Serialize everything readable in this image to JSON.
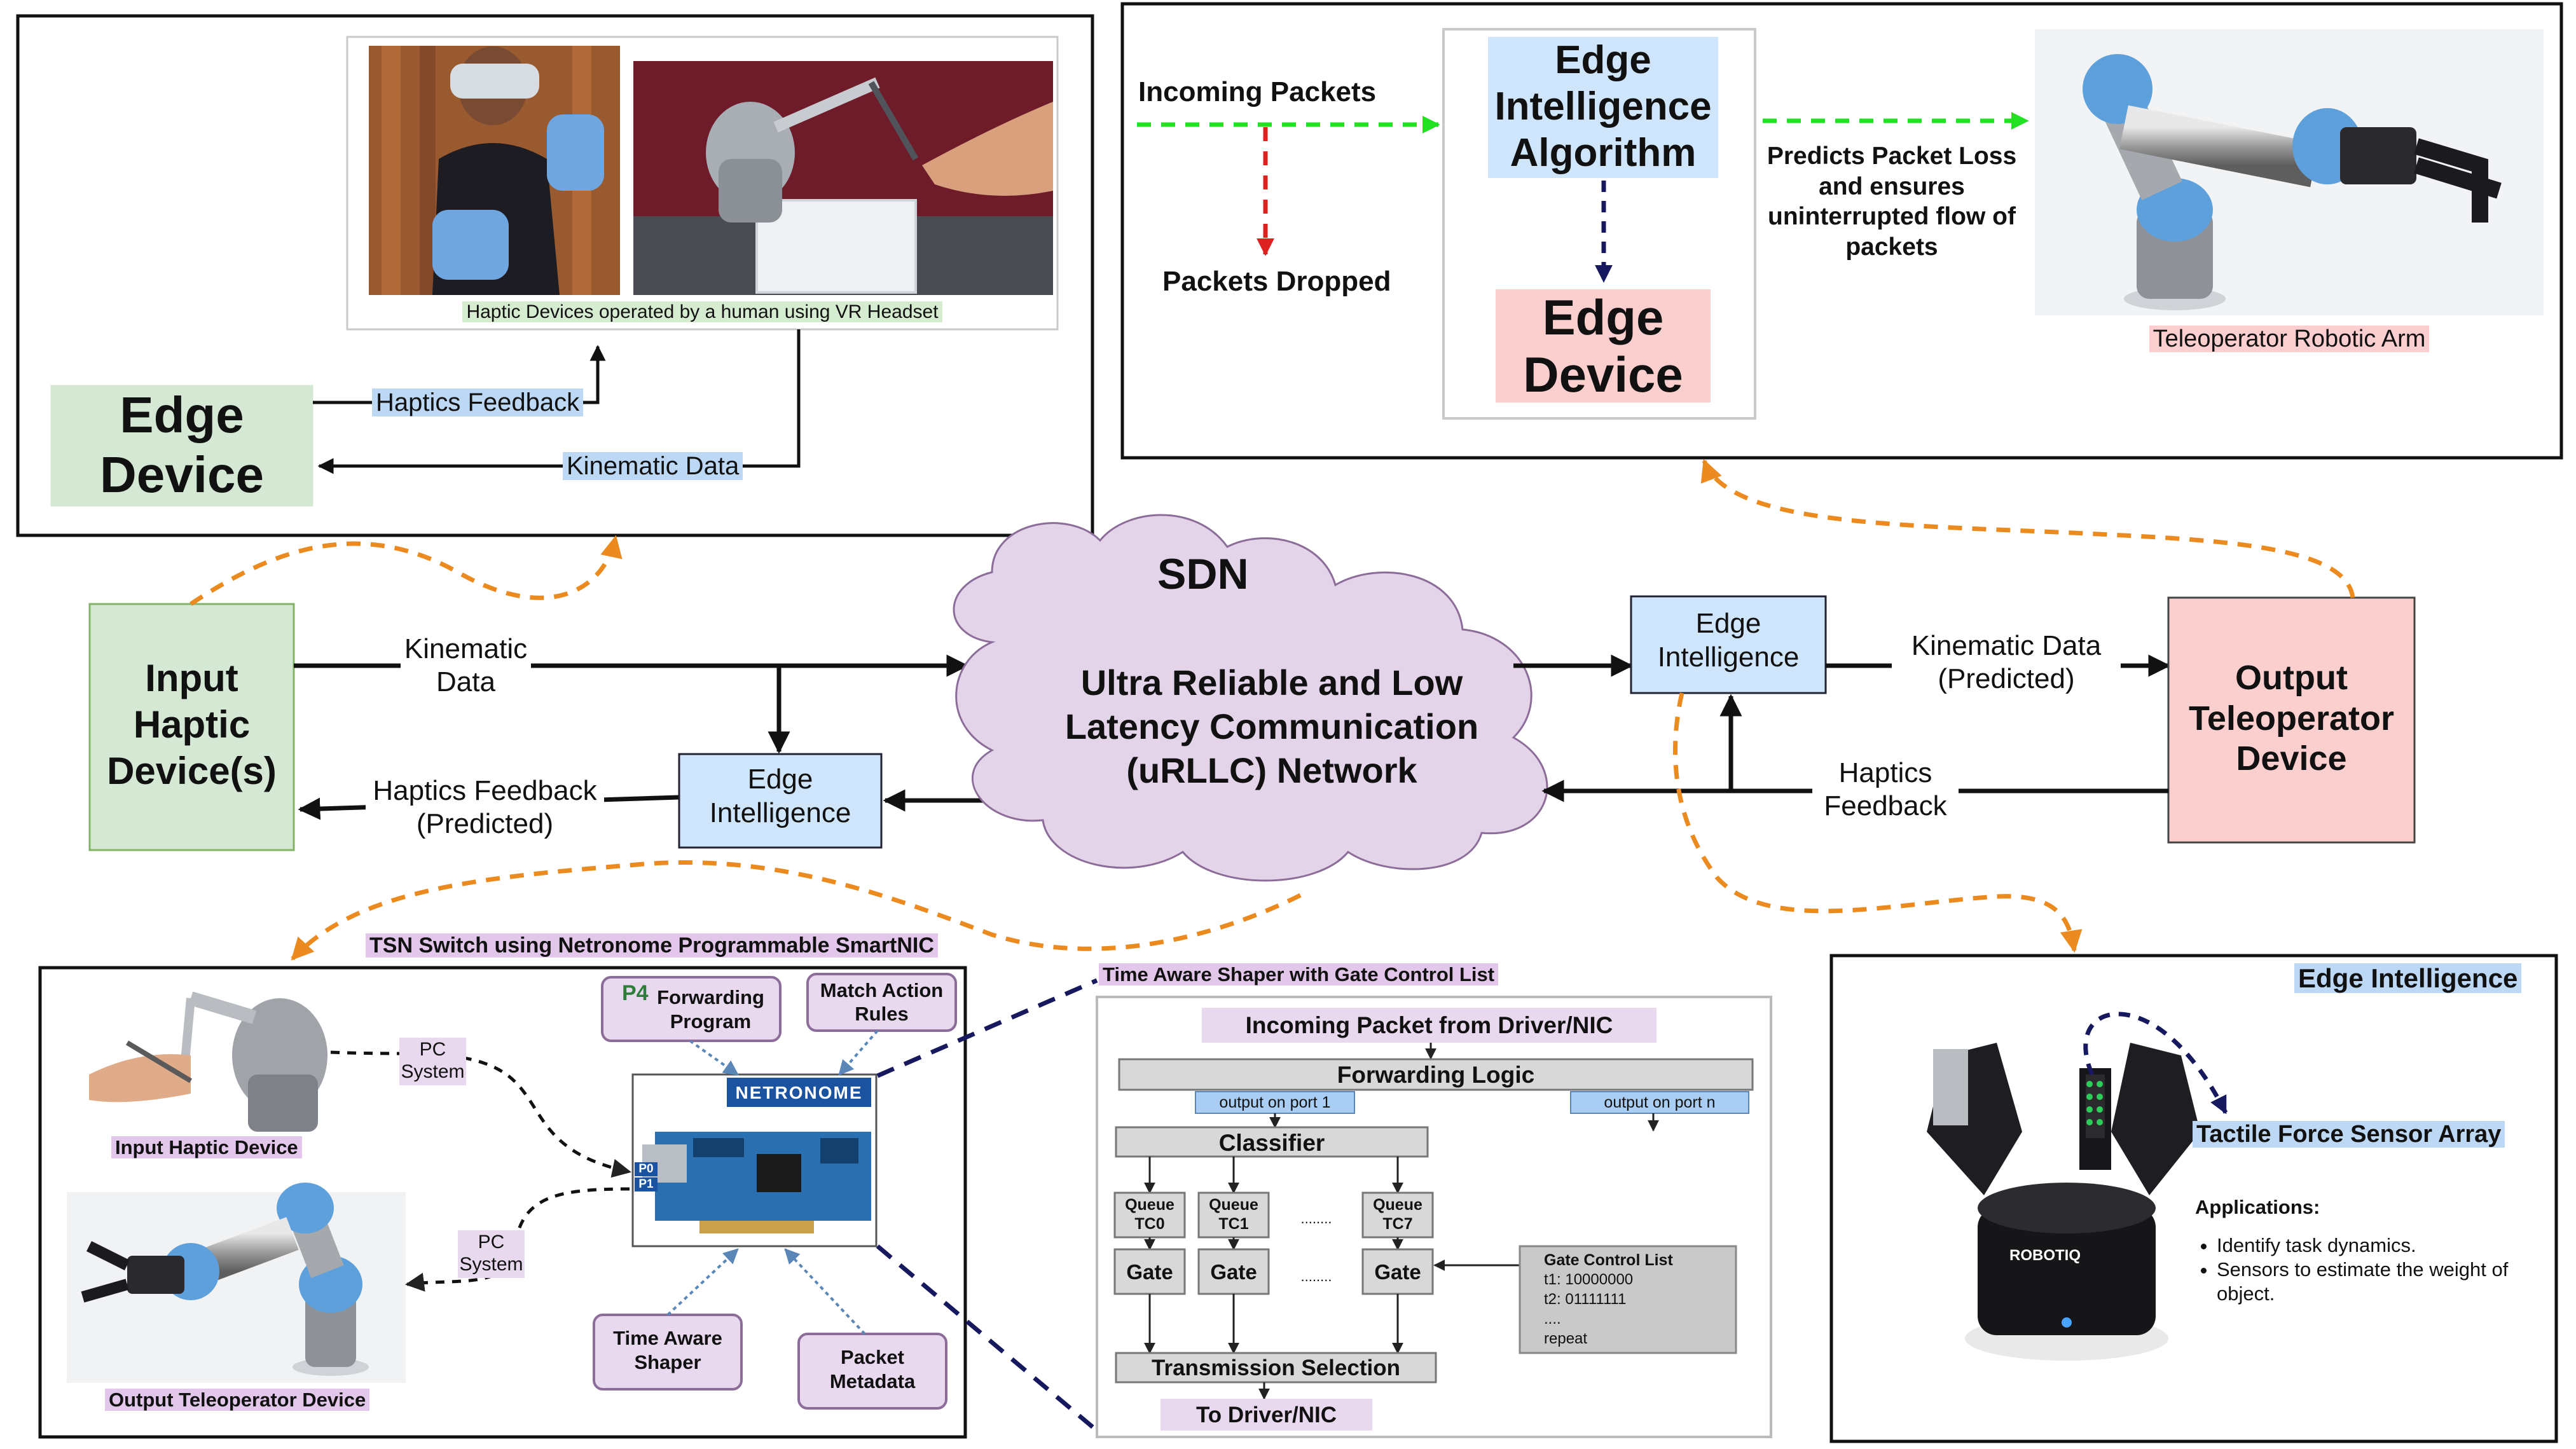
{
  "colors": {
    "edge_green": "#d5e8d4",
    "edge_blue": "#cfe5fb",
    "edge_pink": "#fccfcf",
    "cloud": "#e3d4ea",
    "arrow_orange": "#ea8a1f",
    "arrow_green": "#22e022",
    "arrow_red": "#dd2020",
    "arrow_navy": "#17195f"
  },
  "top_left": {
    "photo_caption": "Haptic Devices operated by a human using VR Headset",
    "edge_device": "Edge Device",
    "haptics_feedback": "Haptics Feedback",
    "kinematic_data": "Kinematic Data"
  },
  "top_right": {
    "incoming_packets": "Incoming Packets",
    "packets_dropped": "Packets Dropped",
    "algorithm": "Edge Intelligence Algorithm",
    "edge_device": "Edge Device",
    "predicts": "Predicts Packet Loss and ensures uninterrupted flow of packets",
    "robot_caption": "Teleoperator Robotic Arm"
  },
  "middle": {
    "input_device": "Input Haptic Device(s)",
    "kinematic_data": "Kinematic Data",
    "haptics_feedback_predicted": "Haptics Feedback (Predicted)",
    "edge_intelligence_left": "Edge Intelligence",
    "sdn": "SDN",
    "urllc": "Ultra Reliable and Low Latency Communication (uRLLC) Network",
    "edge_intelligence_right": "Edge Intelligence",
    "kinematic_predicted": "Kinematic Data (Predicted)",
    "haptics_feedback": "Haptics Feedback",
    "output_device": "Output Teleoperator Device"
  },
  "bottom_left": {
    "title": "TSN Switch using Netronome Programmable SmartNIC",
    "input_haptic_caption": "Input Haptic Device",
    "output_teleop_caption": "Output Teleoperator Device",
    "pc_system_1": "PC System",
    "pc_system_2": "PC System",
    "p4_logo": "P4",
    "forwarding_program": "Forwarding Program",
    "match_action": "Match Action Rules",
    "netronome": "NETRONOME",
    "port0": "P0",
    "port1": "P1",
    "time_aware_shaper": "Time Aware Shaper",
    "packet_metadata": "Packet Metadata"
  },
  "bottom_middle": {
    "title": "Time Aware Shaper with Gate Control List",
    "incoming": "Incoming Packet from Driver/NIC",
    "forwarding_logic": "Forwarding Logic",
    "output_port1": "output on port 1",
    "output_portn": "output on port n",
    "classifier": "Classifier",
    "queue_tc0": "Queue TC0",
    "queue_tc1": "Queue TC1",
    "queue_tc7": "Queue TC7",
    "dots": "........",
    "gate": "Gate",
    "gcl_title": "Gate Control List",
    "gcl_t1": "t1: 10000000",
    "gcl_t2": "t2: 01111111",
    "gcl_dots": "....",
    "gcl_repeat": "repeat",
    "transmission": "Transmission Selection",
    "to_driver": "To Driver/NIC"
  },
  "bottom_right": {
    "title": "Edge Intelligence",
    "tactile": "Tactile Force Sensor Array",
    "applications": "Applications:",
    "app_items": [
      "Identify task dynamics.",
      "Sensors to estimate the weight of object."
    ],
    "robotiq": "ROBOTIQ"
  }
}
